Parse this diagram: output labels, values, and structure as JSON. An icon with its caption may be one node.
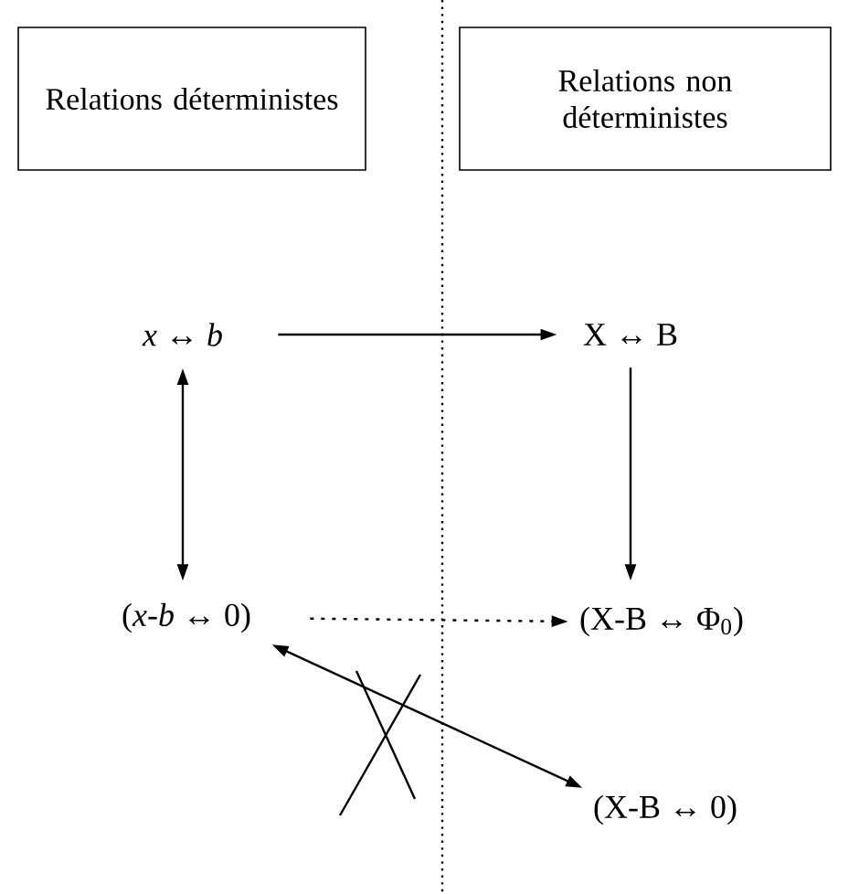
{
  "diagram": {
    "nodes": [
      {
        "text": [
          "Relations déterministes"
        ]
      },
      {
        "text": [
          "Relations non déterministes"
        ]
      },
      {
        "text": [
          "*x* ↔ *b*"
        ]
      },
      {
        "text": [
          "X ↔ B"
        ]
      },
      {
        "text": [
          "(*x*-*b* ↔ 0)"
        ]
      },
      {
        "text": [
          "(X-B ↔ Φ$_{0}$)"
        ]
      },
      {
        "text": [
          "(X-B ↔ 0)"
        ]
      }
    ],
    "edges": [
      {
        "from": 2,
        "to": 3,
        "arrow": "to"
      },
      {
        "from": 2,
        "to": 4,
        "arrow": "both"
      },
      {
        "from": 3,
        "to": 5,
        "arrow": "to"
      },
      {
        "from": 4,
        "to": 5,
        "arrow": "to",
        "style": "dashed"
      },
      {
        "from": 4,
        "to": 6,
        "arrow": "both"
      }
    ]
  }
}
